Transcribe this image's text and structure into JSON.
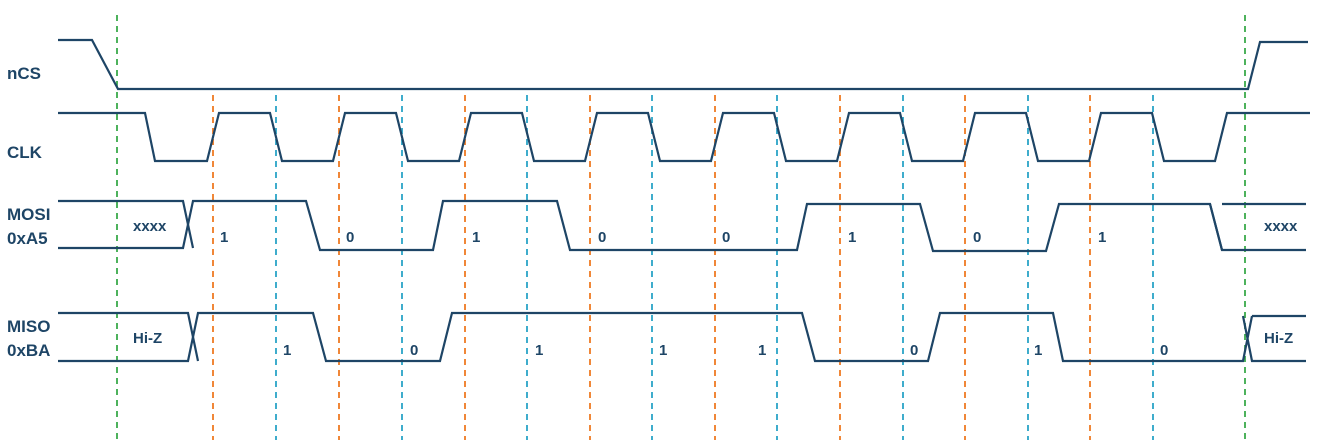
{
  "colors": {
    "wave": "#1e4566",
    "text": "#1e4566",
    "cs_guide": "#3aaa4a",
    "sample_guide": "#ee7a22",
    "shift_guide": "#2aa4c6"
  },
  "signals": {
    "ncs": {
      "label": "nCS"
    },
    "clk": {
      "label": "CLK"
    },
    "mosi": {
      "label_line1": "MOSI",
      "label_line2": "0xA5",
      "idle_text": "xxxx",
      "bits": [
        "1",
        "0",
        "1",
        "0",
        "0",
        "1",
        "0",
        "1"
      ]
    },
    "miso": {
      "label_line1": "MISO",
      "label_line2": "0xBA",
      "idle_text": "Hi-Z",
      "bits": [
        "1",
        "0",
        "1",
        "1",
        "1",
        "0",
        "1",
        "0"
      ]
    }
  }
}
